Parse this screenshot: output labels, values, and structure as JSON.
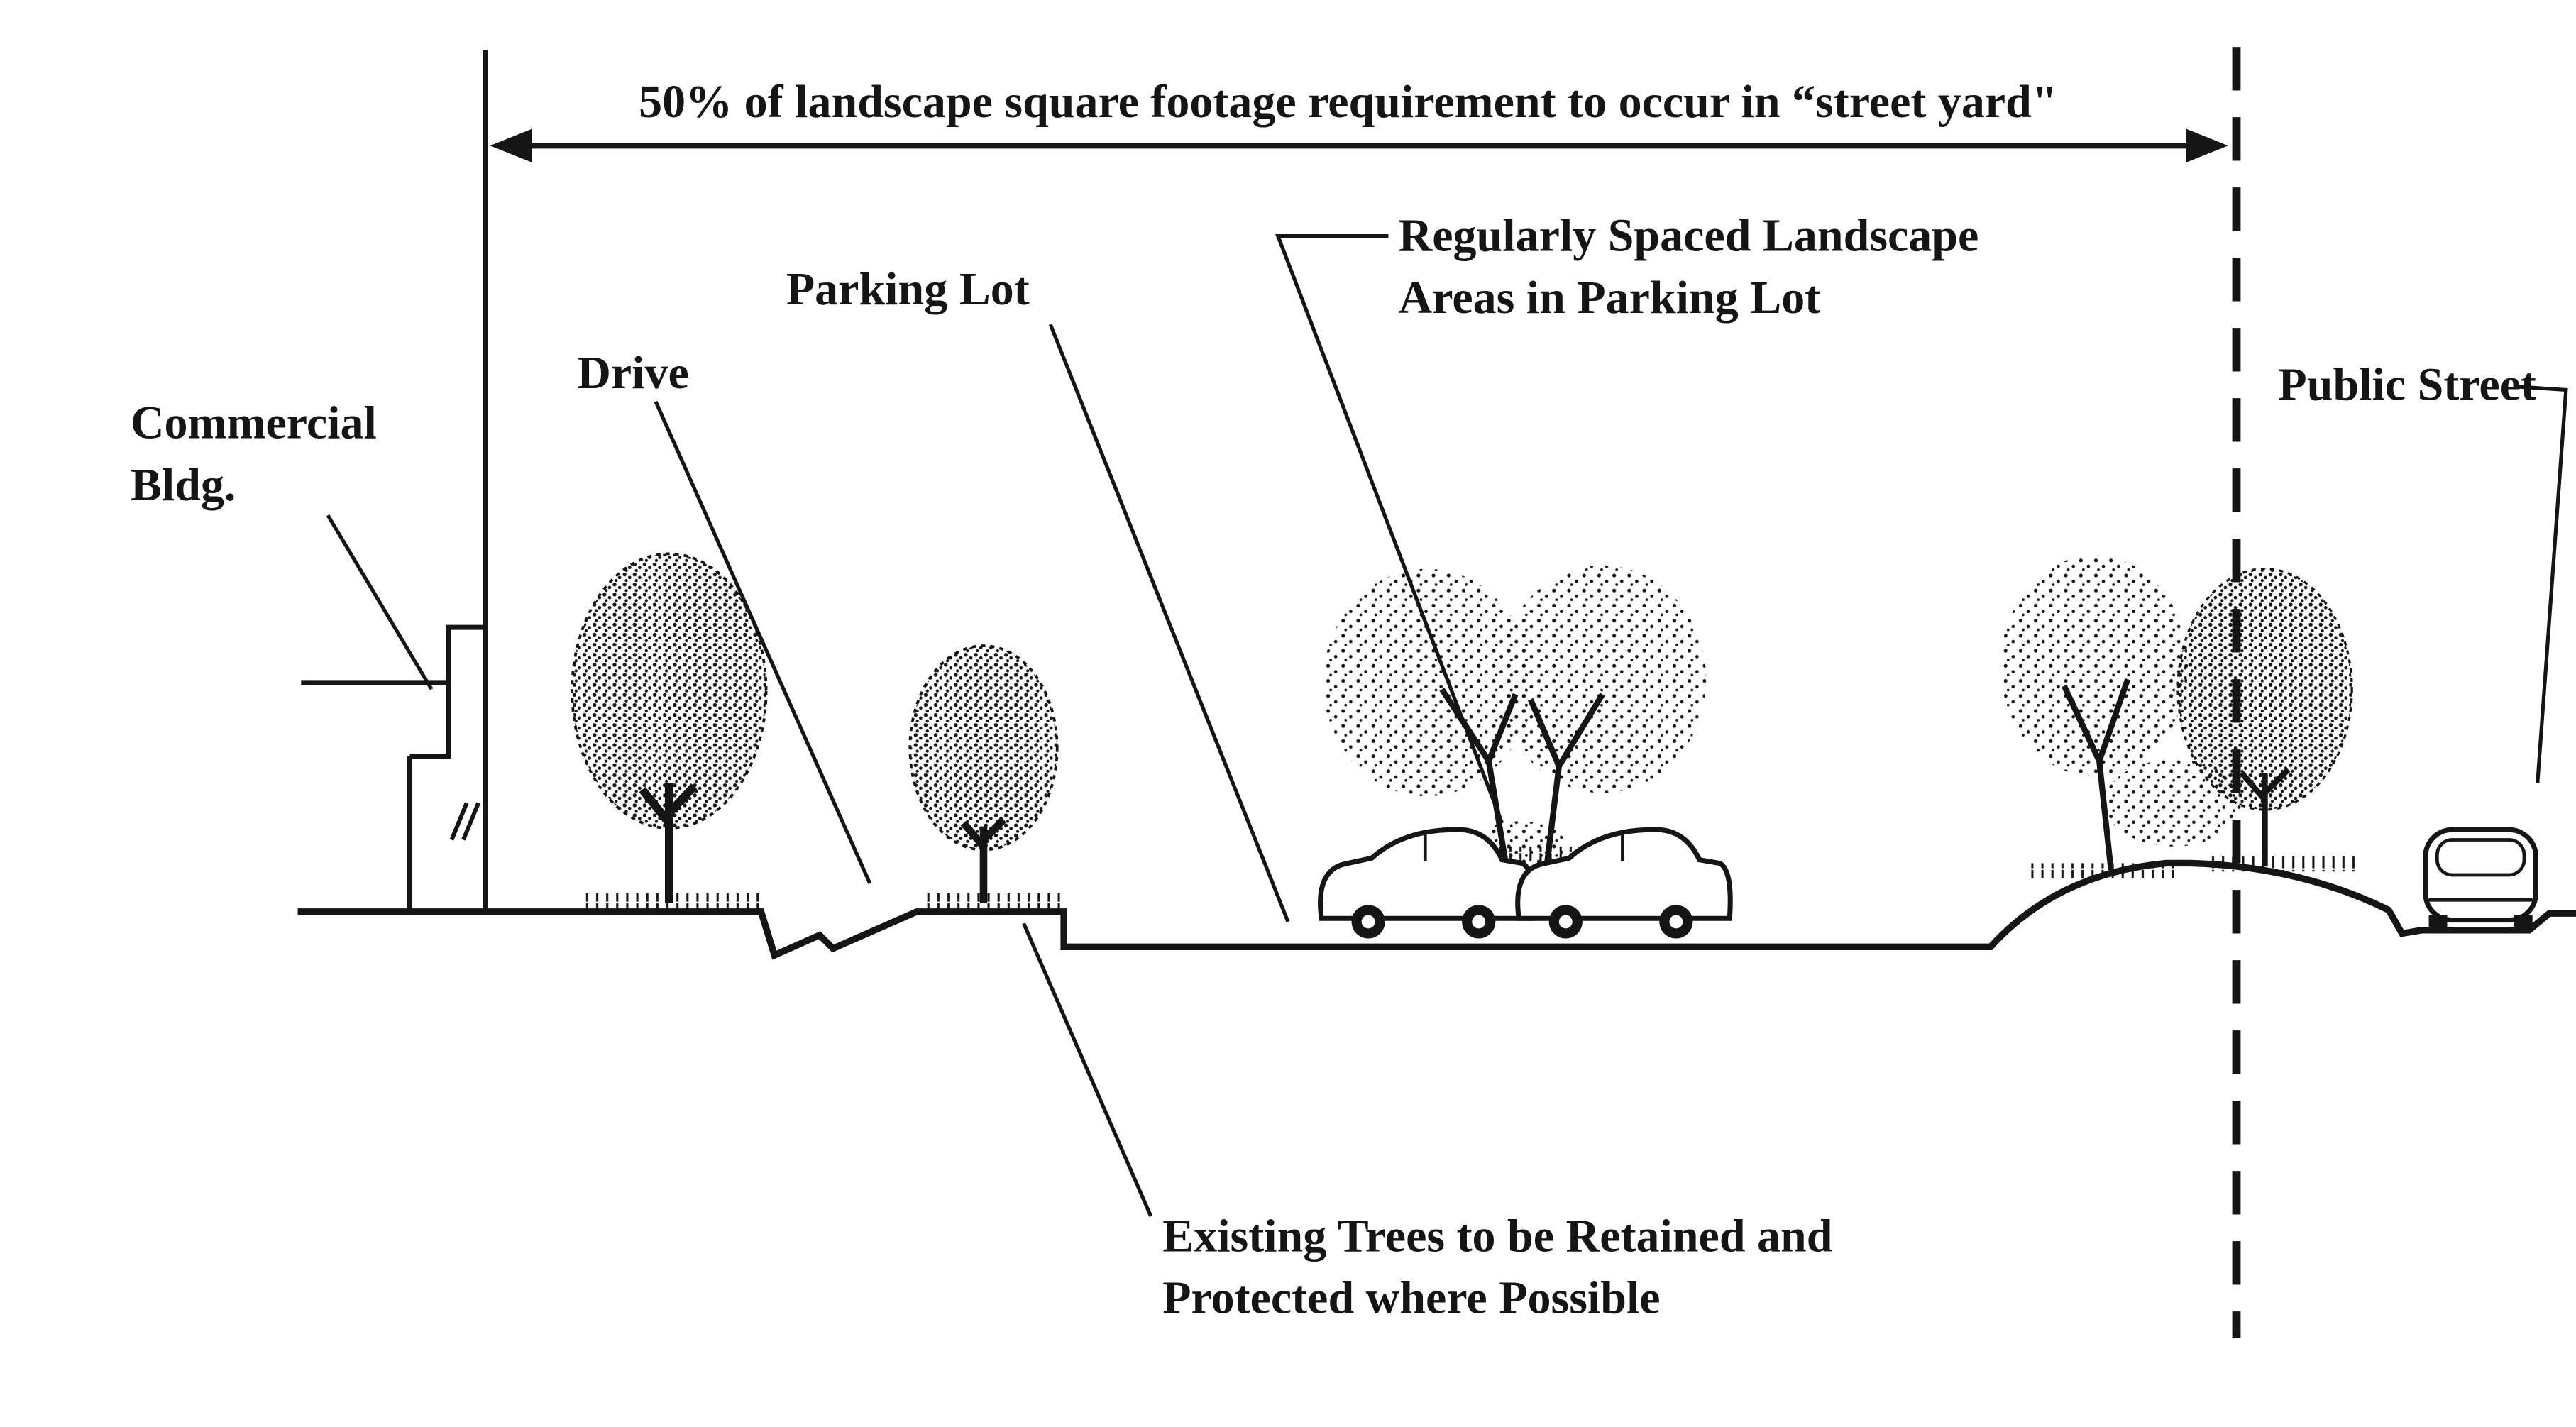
{
  "diagram": {
    "dimension_note": "50% of landscape square footage requirement to occur in “street yard\"",
    "labels": {
      "commercial_line1": "Commercial",
      "commercial_line2": "Bldg.",
      "drive": "Drive",
      "parking_lot": "Parking Lot",
      "landscape_line1": "Regularly Spaced Landscape",
      "landscape_line2": "Areas in Parking Lot",
      "public_street": "Public Street",
      "existing_line1": "Existing Trees to be Retained and",
      "existing_line2": "Protected where Possible"
    },
    "colors": {
      "ink": "#151515",
      "background": "#ffffff"
    }
  }
}
